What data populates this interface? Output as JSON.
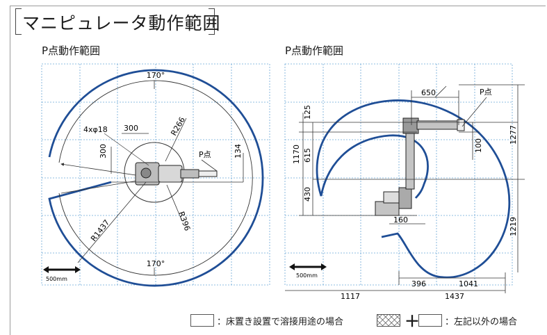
{
  "title": "マニピュレータ動作範囲",
  "left": {
    "subtitle": "P点動作範囲",
    "labels": {
      "a170_top": "170°",
      "a170_bottom": "170°",
      "hole": "4xφ18",
      "d300_h": "300",
      "d300_v": "300",
      "r266": "R266",
      "p_point": "P点",
      "d134": "134",
      "r396": "R396",
      "r1437": "R1437",
      "scale": "500mm"
    }
  },
  "right": {
    "subtitle": "P点動作範囲",
    "labels": {
      "d650": "650",
      "p_point": "P点",
      "d125": "125",
      "d1170": "1170",
      "d615": "615",
      "d100": "100",
      "d1277": "1277",
      "d430": "430",
      "d1219": "1219",
      "d160": "160",
      "d396": "396",
      "d1041": "1041",
      "d1117": "1117",
      "d1437": "1437",
      "scale": "500mm"
    }
  },
  "legend": {
    "floor": "：床置き設置で溶接用途の場合",
    "other": "：左記以外の場合"
  },
  "colors": {
    "envelope": "#1f4e96",
    "grid": "#6aa6d6",
    "dim": "#333333"
  }
}
